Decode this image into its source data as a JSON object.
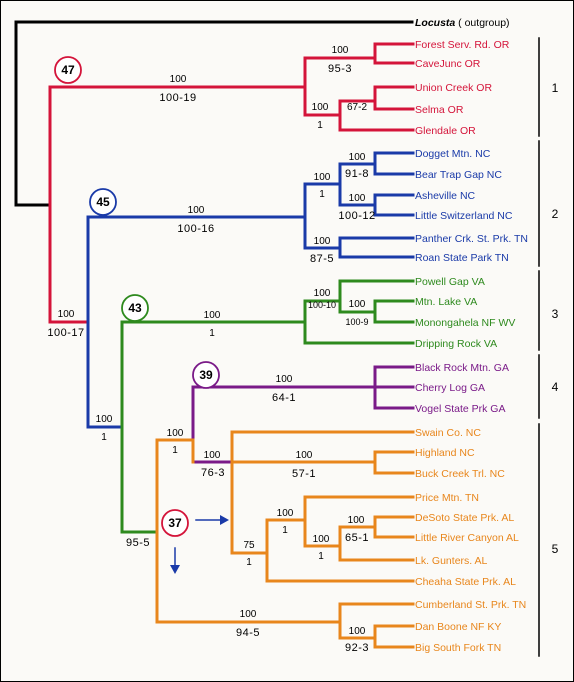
{
  "colors": {
    "outgroup": "#000000",
    "clade1": "#d4143a",
    "clade2": "#1a3aa8",
    "clade3": "#2e8a1e",
    "clade4": "#7a1a88",
    "clade5": "#e8861c"
  },
  "taxa": {
    "locusta_name": "Locusta",
    "locusta_suffix": " ( outgroup)",
    "t1": "Forest Serv. Rd. OR",
    "t2": "CaveJunc OR",
    "t3": "Union Creek OR",
    "t4": "Selma OR",
    "t5": "Glendale OR",
    "t6": "Dogget Mtn. NC",
    "t7": "Bear Trap Gap NC",
    "t8": "Asheville  NC",
    "t9": "Little Switzerland NC",
    "t10": "Panther Crk. St. Prk. TN",
    "t11": "Roan State Park TN",
    "t12": "Powell Gap  VA",
    "t13": "Mtn. Lake VA",
    "t14": "Monongahela NF WV",
    "t15": "Dripping Rock VA",
    "t16": "Black Rock Mtn. GA",
    "t17": "Cherry Log GA",
    "t18": "Vogel State Prk  GA",
    "t19": "Swain Co. NC",
    "t20": "Highland  NC",
    "t21": "Buck Creek Trl. NC",
    "t22": "Price Mtn. TN",
    "t23": "DeSoto State  Prk.  AL",
    "t24": "Little River Canyon  AL",
    "t25": "Lk. Gunters. AL",
    "t26": "Cheaha State Prk.  AL",
    "t27": "Cumberland St. Prk.  TN",
    "t28": "Dan Boone NF  KY",
    "t29": "Big South Fork TN"
  },
  "support": {
    "c1_bs": "100",
    "c1_dec": "100-19",
    "c1a_bs": "100",
    "c1a_dec": "95-3",
    "c1b_bs": "100",
    "c1b_dec": "1",
    "c1c_dec": "67-2",
    "root2_bs": "100",
    "root2_dec": "100-17",
    "c2_bs": "100",
    "c2_dec": "100-16",
    "c2a_bs": "100",
    "c2a_dec": "1",
    "c2b_dec": "91-8",
    "c2c_dec": "100-12",
    "c2d_bs": "100",
    "c2d_dec": "87-5",
    "c3p_bs": "100",
    "c3p_dec": "1",
    "c3_bs": "100",
    "c3_dec": "1",
    "c3a_bs": "100-10",
    "c3b_bs": "100",
    "c3b_dec": "100-9",
    "c45_dec": "95-5",
    "c4_bs": "100",
    "c4_dec": "64-1",
    "c5p_bs": "100",
    "c5p_dec": "1",
    "c5q_bs": "100",
    "c5q_dec": "76-3",
    "c5a_bs": "100",
    "c5a_dec": "57-1",
    "c5b_bs": "75",
    "c5b_dec": "1",
    "c5c_bs": "100",
    "c5c_dec": "1",
    "c5d_bs": "100",
    "c5d_dec": "1",
    "c5e_bs": "100",
    "c5e_dec": "65-1",
    "c5f_bs": "100",
    "c5f_dec": "94-5",
    "c5g_bs": "100",
    "c5g_dec": "92-3"
  },
  "circled": {
    "c47": "47",
    "c45": "45",
    "c43": "43",
    "c39": "39",
    "c37": "37"
  },
  "groups": {
    "g1": "1",
    "g2": "2",
    "g3": "3",
    "g4": "4",
    "g5": "5"
  }
}
